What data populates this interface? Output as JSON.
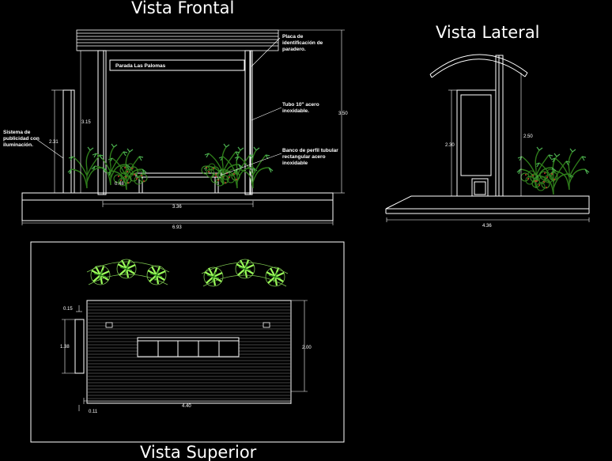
{
  "titles": {
    "front": "Vista Frontal",
    "side": "Vista Lateral",
    "top": "Vista Superior"
  },
  "front": {
    "sign_text": "Parada Las Palomas",
    "label_plate": [
      "Placa de",
      "identificación de",
      "paradero."
    ],
    "label_tube": [
      "Tubo 10\" acero",
      "inoxidable."
    ],
    "label_bench": [
      "Banco de perfil tubular",
      "rectangular acero",
      "inoxidable"
    ],
    "label_ad": [
      "Sistema de",
      "publicidad con",
      "iluminación."
    ],
    "dim_ad_height": "2.31",
    "dim_inner_height": "3.15",
    "dim_total_height": "3.50",
    "dim_bench_height": "0.48",
    "dim_bench_width": "3.36",
    "dim_base_width": "6.93"
  },
  "side": {
    "dim_panel_height": "2.30",
    "dim_post_height": "2.50",
    "dim_base_width": "4.36"
  },
  "top": {
    "dim_offset": "0.15",
    "dim_panel": "1.38",
    "dim_depth": "2.00",
    "dim_width": "4.40",
    "dim_edge": "0.11"
  },
  "colors": {
    "background": "#000000",
    "line": "#ffffff",
    "plant_dark": "#2e7d1a",
    "plant_light": "#9cff5a",
    "shrub_red": "#c0392b"
  }
}
